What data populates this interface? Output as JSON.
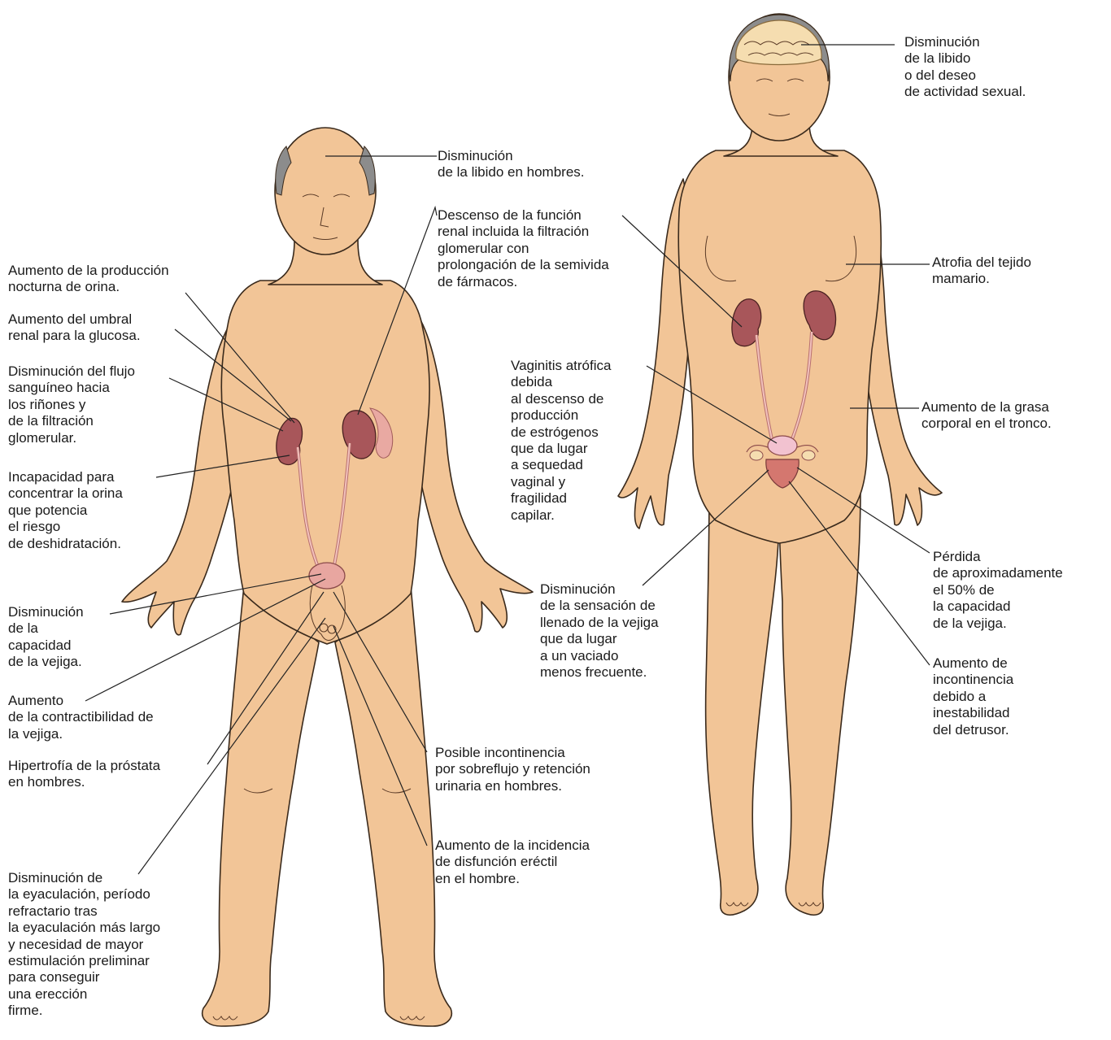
{
  "figure": {
    "colors": {
      "skin": "#f2c597",
      "skin_outline": "#3a2a1c",
      "kidney": "#a8565a",
      "ureter": "#e9a9a2",
      "bladder": "#e8a6a0",
      "brain": "#f5ddb0",
      "hair": "#8c8c8c",
      "leader_line": "#222222"
    },
    "male": {
      "labels": {
        "libido": "Disminución\nde la libido en hombres.",
        "renal_function": "Descenso de la función\nrenal incluida la filtración\nglomerular con\nprolongación de la semivida\nde fármacos.",
        "nocturia": "Aumento de la producción\nnocturna de orina.",
        "glucose_threshold": "Aumento del umbral\nrenal para la glucosa.",
        "blood_flow": "Disminución del flujo\nsanguíneo hacia\nlos riñones y\nde la filtración\nglomerular.",
        "concentrate": "Incapacidad para\nconcentrar la orina\nque potencia\nel riesgo\nde deshidratación.",
        "bladder_capacity": "Disminución\nde la\ncapacidad\nde la vejiga.",
        "contractility": "Aumento\nde la contractibilidad de\nla vejiga.",
        "prostate": "Hipertrofía de la próstata\nen hombres.",
        "overflow": "Posible incontinencia\npor sobreflujo y retención\nurinaria en hombres.",
        "erectile": "Aumento de la incidencia\nde disfunción eréctil\nen el hombre.",
        "ejaculation": "Disminución de\nla eyaculación, período\nrefractario tras\nla eyaculación más largo\ny necesidad de mayor\nestimulación preliminar\npara conseguir\nuna erección\nfirme."
      }
    },
    "female": {
      "labels": {
        "libido": "Disminución\nde la libido\no del deseo\nde actividad sexual.",
        "breast": "Atrofia del tejido\nmamario.",
        "fat": "Aumento de la grasa\ncorporal en el tronco.",
        "vaginitis": "Vaginitis atrófica\ndebida\nal descenso de\nproducción\nde estrógenos\nque da lugar\na sequedad\nvaginal y\nfragilidad\ncapilar.",
        "filling_sensation": "Disminución\nde la sensación de\nllenado de la vejiga\nque da lugar\na un vaciado\nmenos frecuente.",
        "capacity_loss": "Pérdida\nde aproximadamente\nel 50% de\nla capacidad\nde la vejiga.",
        "incontinence": "Aumento de\nincontinencia\ndebido a\ninestabilidad\ndel detrusor."
      }
    }
  }
}
